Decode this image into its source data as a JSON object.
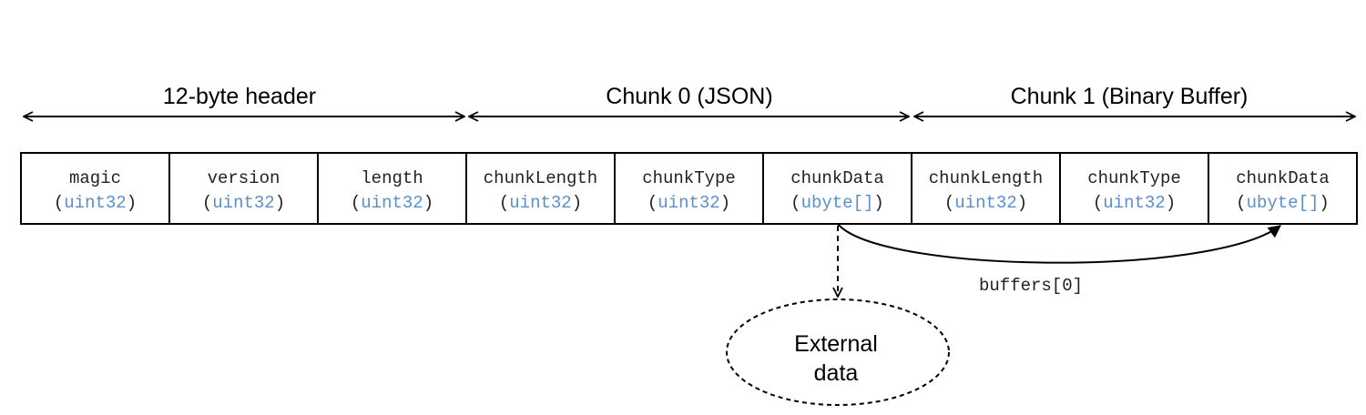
{
  "sections": [
    {
      "label": "12-byte header"
    },
    {
      "label": "Chunk 0 (JSON)"
    },
    {
      "label": "Chunk 1 (Binary Buffer)"
    }
  ],
  "fields": [
    {
      "name": "magic",
      "type": "uint32"
    },
    {
      "name": "version",
      "type": "uint32"
    },
    {
      "name": "length",
      "type": "uint32"
    },
    {
      "name": "chunkLength",
      "type": "uint32"
    },
    {
      "name": "chunkType",
      "type": "uint32"
    },
    {
      "name": "chunkData",
      "type": "ubyte[]"
    },
    {
      "name": "chunkLength",
      "type": "uint32"
    },
    {
      "name": "chunkType",
      "type": "uint32"
    },
    {
      "name": "chunkData",
      "type": "ubyte[]"
    }
  ],
  "annotations": {
    "buffer_ref": "buffers[0]",
    "external_line1": "External",
    "external_line2": "data"
  },
  "colors": {
    "type_text": "#5b8fc9",
    "line": "#000000"
  }
}
